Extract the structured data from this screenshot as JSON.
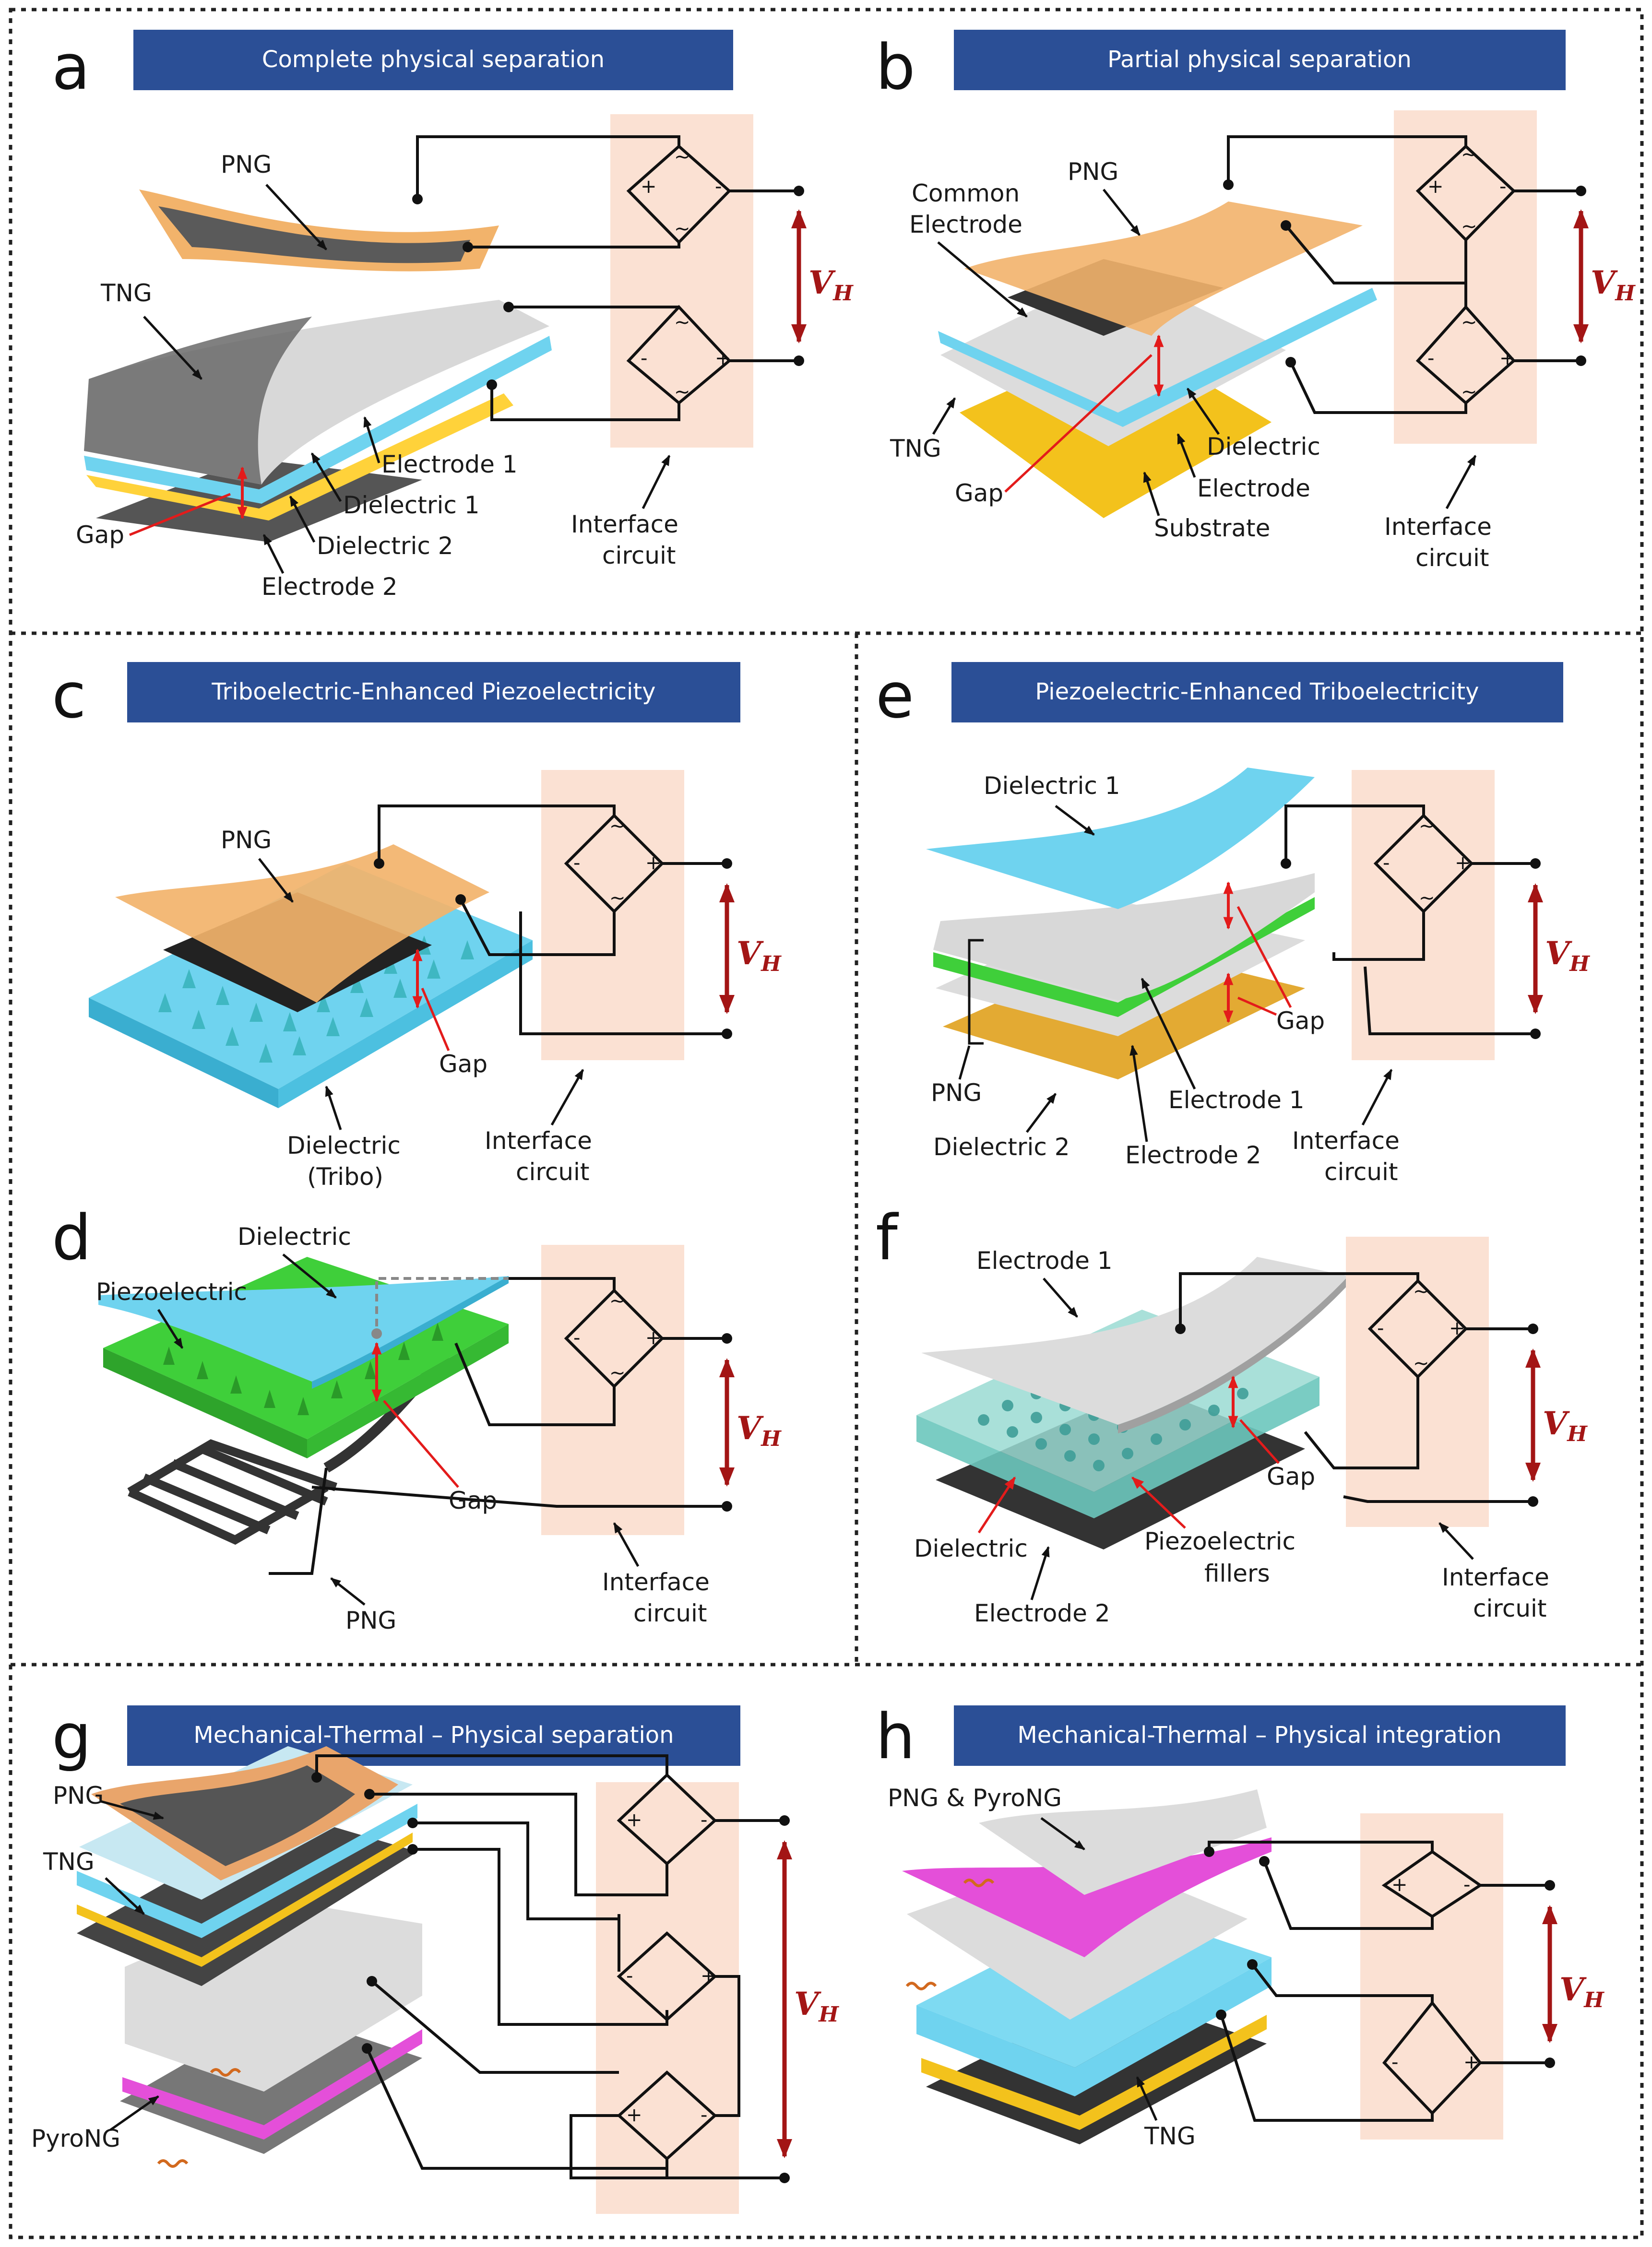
{
  "panels": [
    {
      "letter": "a",
      "title": "Complete physical separation"
    },
    {
      "letter": "b",
      "title": "Partial physical separation"
    },
    {
      "letter": "c",
      "title": "Triboelectric-Enhanced Piezoelectricity"
    },
    {
      "letter": "d",
      "title": ""
    },
    {
      "letter": "e",
      "title": "Piezoelectric-Enhanced Triboelectricity"
    },
    {
      "letter": "f",
      "title": ""
    },
    {
      "letter": "g",
      "title": "Mechanical-Thermal – Physical separation"
    },
    {
      "letter": "h",
      "title": "Mechanical-Thermal – Physical integration"
    }
  ],
  "labels": {
    "png": "PNG",
    "tng": "TNG",
    "gap": "Gap",
    "electrode": "Electrode",
    "electrode_1": "Electrode 1",
    "electrode_2": "Electrode 2",
    "dielectric": "Dielectric",
    "dielectric_1": "Dielectric 1",
    "dielectric_2": "Dielectric 2",
    "substrate": "Substrate",
    "common_electrode_1": "Common",
    "common_electrode_2": "Electrode",
    "interface_1": "Interface",
    "interface_2": "circuit",
    "dielectric_tribo_1": "Dielectric",
    "dielectric_tribo_2": "(Tribo)",
    "piezoelectric": "Piezoelectric",
    "piezo_fillers_1": "Piezoelectric",
    "piezo_fillers_2": "fillers",
    "pyrong": "PyroNG",
    "png_pyrong": "PNG & PyroNG",
    "vh": "V",
    "vh_sub": "H",
    "plus": "+",
    "minus": "-",
    "tilde": "~"
  },
  "colors": {
    "banner": "#2b4f96",
    "circuit_bg": "#fbe1d3",
    "vh_arrow": "#a31515",
    "gap_line": "#e31b1b",
    "blue_layer": "#6fd3ef",
    "yellow_layer": "#f3c21c",
    "orange_layer": "#f2b36b",
    "gray_layer": "#dcdcdc",
    "dark_layer": "#555555",
    "green_layer": "#3fcf3a",
    "pink_layer": "#e44fd9",
    "teal_layer": "#6cc7bd"
  }
}
